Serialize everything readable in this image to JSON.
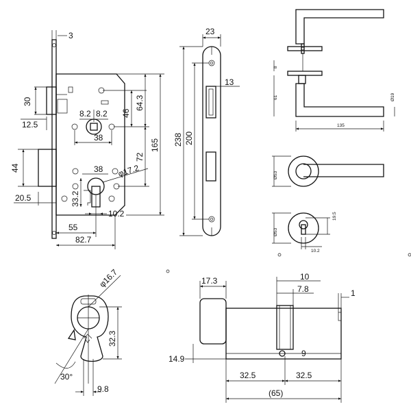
{
  "mortise_lock": {
    "dim_faceplate_thickness": "3",
    "dim_latch_height": "30",
    "dim_latch_offset": "12.5",
    "dim_deadbolt_height": "44",
    "dim_deadbolt_throw": "20.5",
    "dim_backset": "55",
    "dim_body_depth": "82.7",
    "dim_follower_offset_left": "8.2",
    "dim_follower_offset_right": "8.2",
    "dim_follower_spacing": "38",
    "dim_upper_46": "46",
    "dim_upper_64_3": "64.3",
    "dim_center_distance": "72",
    "dim_body_height": "165",
    "dim_cyl_spacing": "38",
    "dim_cyl_diameter": "φ17.2",
    "dim_cyl_height": "33.2",
    "dim_cyl_width": "10.2"
  },
  "faceplate": {
    "dim_width": "23",
    "dim_depth": "13",
    "dim_length": "238",
    "dim_screw_spacing": "200"
  },
  "handle": {
    "dim_spindle": "8",
    "dim_rose_thickness": "61",
    "dim_grip_diameter": "Ø19",
    "dim_length": "135"
  },
  "rosette": {
    "dim_diameter": "Ø53"
  },
  "escutcheon": {
    "dim_diameter": "Ø53",
    "dim_height": "19.5",
    "dim_width": "10.2"
  },
  "cylinder_profile": {
    "dim_diameter": "φ16.7",
    "dim_height": "32.3",
    "dim_angle": "30°",
    "dim_width": "9.8"
  },
  "cylinder_side": {
    "dim_knob_width": "17.3",
    "dim_10": "10",
    "dim_7_8": "7.8",
    "dim_1": "1",
    "dim_14_9": "14.9",
    "dim_9": "9",
    "dim_left_half": "32.5",
    "dim_right_half": "32.5",
    "dim_total": "(65)"
  }
}
